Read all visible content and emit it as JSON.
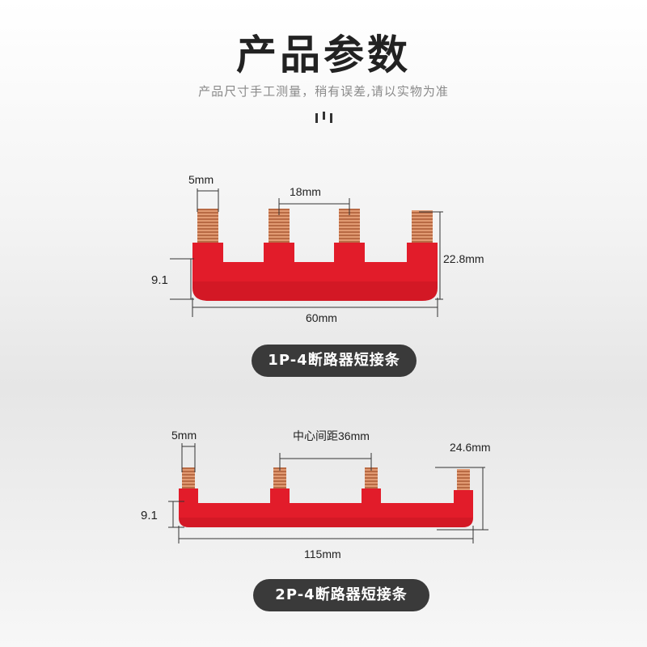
{
  "header": {
    "title": "产品参数",
    "subtitle": "产品尺寸手工测量，稍有误差,请以实物为准"
  },
  "product1": {
    "label": "1P-4断路器短接条",
    "dims": {
      "pin_width": "5mm",
      "pitch": "18mm",
      "height_total": "22.8mm",
      "base_height": "9.1",
      "length": "60mm"
    }
  },
  "product2": {
    "label": "2P-4断路器短接条",
    "dims": {
      "pin_width": "5mm",
      "pitch": "中心间距36mm",
      "height_total": "24.6mm",
      "base_height": "9.1",
      "length": "115mm"
    }
  },
  "colors": {
    "bar_red": "#e21c2a",
    "copper": "#d98b62",
    "pill_bg": "#3a3a3a"
  }
}
